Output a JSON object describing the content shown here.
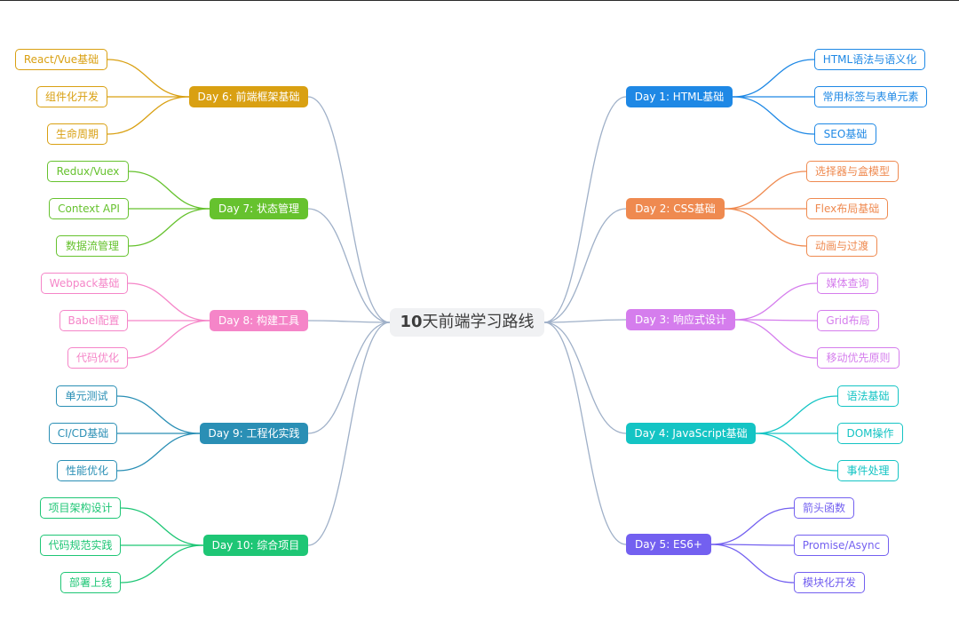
{
  "root": {
    "title_bold": "10",
    "title_rest": "天前端学习路线"
  },
  "branches": [
    {
      "label": "Day 1: HTML基础",
      "color": "#1e88e5",
      "children": [
        "HTML语法与语义化",
        "常用标签与表单元素",
        "SEO基础"
      ]
    },
    {
      "label": "Day 2: CSS基础",
      "color": "#ef8a50",
      "children": [
        "选择器与盒模型",
        "Flex布局基础",
        "动画与过渡"
      ]
    },
    {
      "label": "Day 3: 响应式设计",
      "color": "#d57ded",
      "children": [
        "媒体查询",
        "Grid布局",
        "移动优先原则"
      ]
    },
    {
      "label": "Day 4: JavaScript基础",
      "color": "#14c4c4",
      "children": [
        "语法基础",
        "DOM操作",
        "事件处理"
      ]
    },
    {
      "label": "Day 5: ES6+",
      "color": "#7360f0",
      "children": [
        "箭头函数",
        "Promise/Async",
        "模块化开发"
      ]
    },
    {
      "label": "Day 6: 前端框架基础",
      "color": "#d9a012",
      "children": [
        "React/Vue基础",
        "组件化开发",
        "生命周期"
      ]
    },
    {
      "label": "Day 7: 状态管理",
      "color": "#66c22e",
      "children": [
        "Redux/Vuex",
        "Context API",
        "数据流管理"
      ]
    },
    {
      "label": "Day 8: 构建工具",
      "color": "#f585c8",
      "children": [
        "Webpack基础",
        "Babel配置",
        "代码优化"
      ]
    },
    {
      "label": "Day 9: 工程化实践",
      "color": "#2a8fb5",
      "children": [
        "单元测试",
        "CI/CD基础",
        "性能优化"
      ]
    },
    {
      "label": "Day 10: 综合项目",
      "color": "#1ec675",
      "children": [
        "项目架构设计",
        "代码规范实践",
        "部署上线"
      ]
    }
  ],
  "colors": {
    "root_link": "#9fb0c8"
  }
}
